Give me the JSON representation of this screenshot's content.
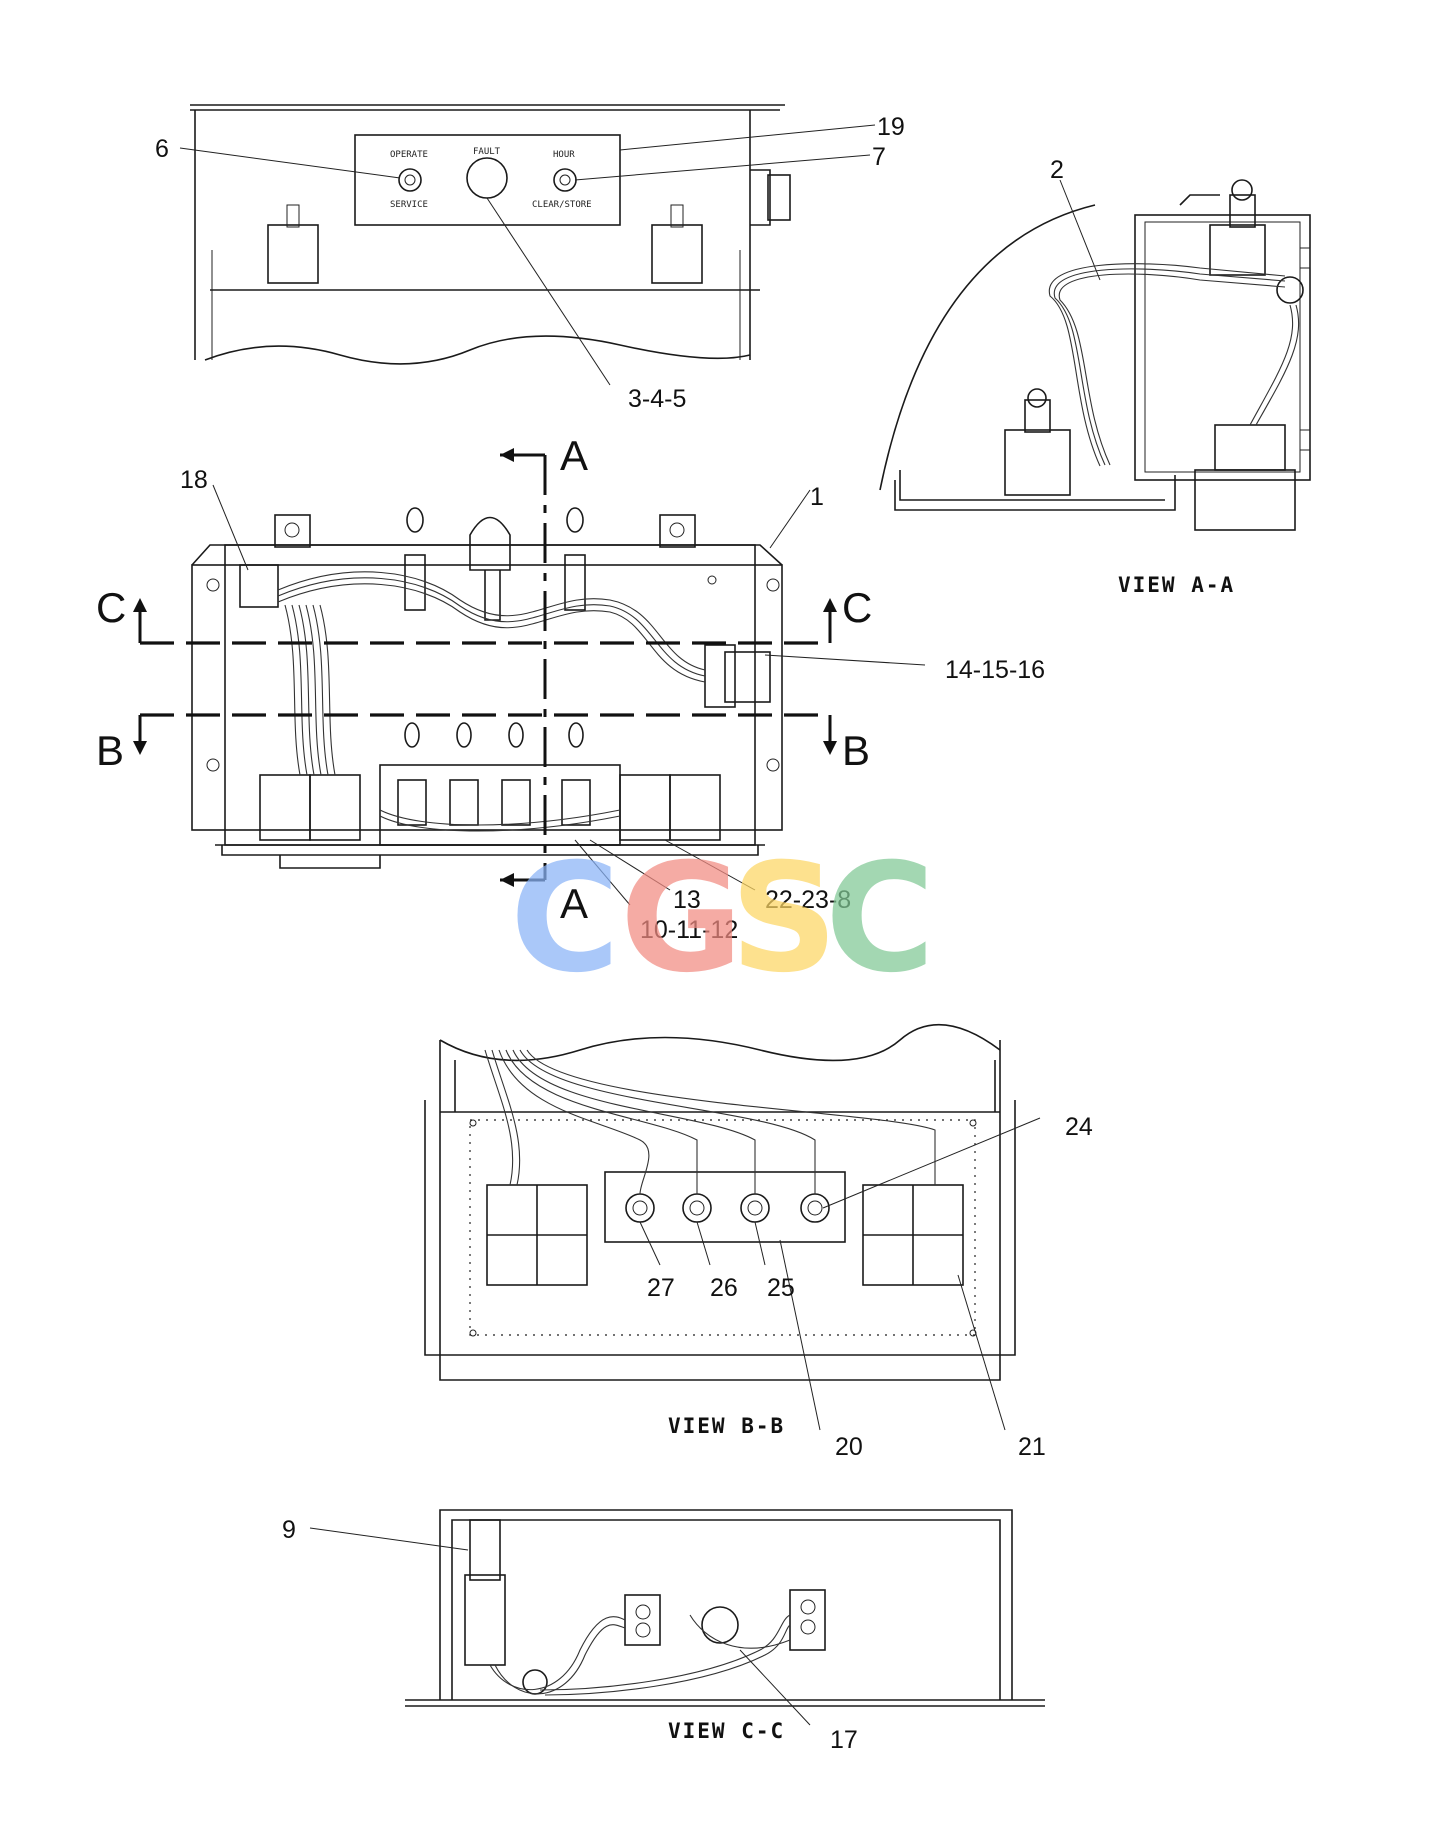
{
  "callouts": {
    "c6": "6",
    "c19": "19",
    "c7": "7",
    "c2": "2",
    "c345": "3-4-5",
    "c18": "18",
    "c1": "1",
    "c141516": "14-15-16",
    "c13": "13",
    "c22238": "22-23-8",
    "c101112": "10-11-12",
    "c24": "24",
    "c27": "27",
    "c26": "26",
    "c25": "25",
    "c20": "20",
    "c21": "21",
    "c9": "9",
    "c17": "17"
  },
  "section_letters": {
    "a_top": "A",
    "a_bottom": "A",
    "c_left": "C",
    "c_right": "C",
    "b_left": "B",
    "b_right": "B"
  },
  "view_labels": {
    "view_aa": "VIEW A-A",
    "view_bb": "VIEW B-B",
    "view_cc": "VIEW C-C"
  },
  "panel_labels": {
    "operate": "OPERATE",
    "service": "SERVICE",
    "fault": "FAULT",
    "hour": "HOUR",
    "clear_store": "CLEAR/STORE"
  },
  "watermark": {
    "letters": [
      "C",
      "G",
      "S",
      "C"
    ],
    "colors": [
      "#8ab4f8",
      "#f28b82",
      "#fdd663",
      "#81c995"
    ]
  }
}
